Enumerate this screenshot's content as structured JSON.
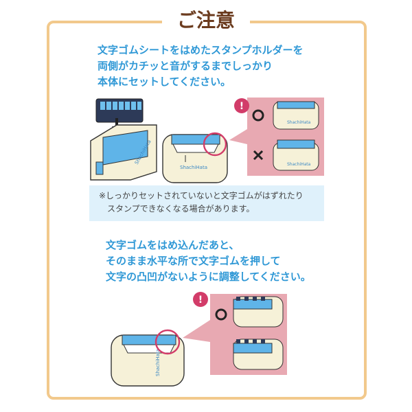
{
  "title": "ご注意",
  "section1": {
    "text": "文字ゴムシートをはめたスタンプホルダーを\n両側がカチッと音がするまでしっかり\n本体にセットしてください。",
    "note": "※しっかりセットされていないと文字ゴムがはずれたり\n　スタンプできなくなる場合があります。",
    "callout_mark": "!",
    "ok_mark": "○",
    "ng_mark": "×",
    "brand_label": "ShachiHata"
  },
  "section2": {
    "text": "文字ゴムをはめ込んだあと、\nそのまま水平な所で文字ゴムを押して\n文字の凸凹がないように調整してください。",
    "callout_mark": "!",
    "ok_mark": "○",
    "brand_label": "ShachiHata"
  },
  "colors": {
    "frame": "#f2c98c",
    "accent_text": "#2f98d6",
    "title": "#6b3b1e",
    "callout_bg": "#e8a9b2",
    "ring": "#d23c69",
    "device_body": "#f6f1d8",
    "rubber_blue": "#5fb4e8"
  }
}
